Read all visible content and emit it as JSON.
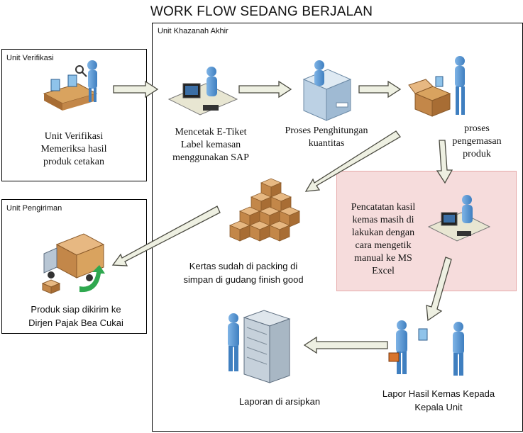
{
  "title": "WORK FLOW SEDANG BERJALAN",
  "units": {
    "khazanah": "Unit Khazanah Akhir",
    "verifikasi": "Unit Verifikasi",
    "pengiriman": "Unit Pengiriman"
  },
  "steps": {
    "verifikasi": "Unit Verifikasi\nMemeriksa hasil\nproduk cetakan",
    "cetak": "Mencetak E-Tiket\nLabel kemasan\nmenggunakan SAP",
    "hitung": "Proses Penghitungan\nkuantitas",
    "kemas": "proses\npengemasan\nproduk",
    "catat": "Pencatatan kasil\nkemas masih di\nlakukan dengan\ncara mengetik\nmanual ke MS\nExcel",
    "gudang": "Kertas sudah di packing di\nsimpan di gudang finish good",
    "kirim": "Produk siap dikirim ke\nDirjen Pajak Bea Cukai",
    "lapor": "Lapor Hasil Kemas Kepada\nKepala Unit",
    "arsip": "Laporan di arsipkan"
  },
  "colors": {
    "arrow_fill": "#eef0e2",
    "arrow_stroke": "#4a4a40",
    "note_bg": "#f6dcdc",
    "person": "#5b9bd5"
  },
  "icons": [
    "inspector-conveyor-icon",
    "computer-operator-icon",
    "counting-machine-icon",
    "packing-box-icon",
    "stacked-boxes-icon",
    "delivery-truck-icon",
    "data-entry-operator-icon",
    "report-meeting-icon",
    "archive-server-icon"
  ]
}
